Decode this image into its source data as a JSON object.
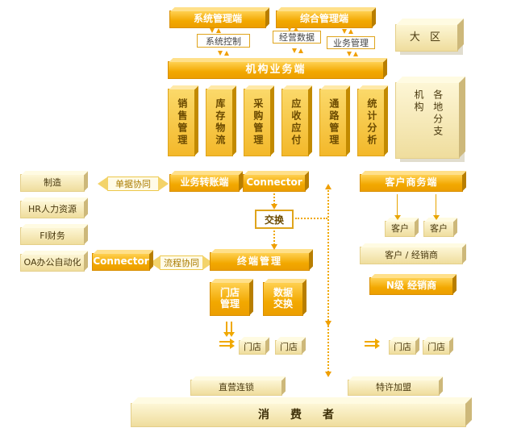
{
  "colors": {
    "gold": "#F2A800",
    "gold_top": "#FFE08A",
    "gold_side": "#B87E00",
    "pale": "#F5E7AE",
    "arrow": "#F0A800",
    "text_dark": "#4A3A10",
    "text_white": "#FFFFFF"
  },
  "top": {
    "system_mgmt": "系统管理端",
    "comprehensive_mgmt": "综合管理端",
    "region": "大 区",
    "system_control": "系统控制",
    "business_data": "经营数据",
    "business_mgmt": "业务管理",
    "org_business": "机构业务端"
  },
  "modules": [
    "销售管理",
    "库存物流",
    "采购管理",
    "应收应付",
    "通路管理",
    "统计分析"
  ],
  "branches": {
    "org": "机构",
    "branch": "各地分支"
  },
  "left_apps": [
    "制造",
    "HR人力资源",
    "FI财务",
    "OA办公自动化"
  ],
  "collab": {
    "doc": "单据协同",
    "process": "流程协同"
  },
  "mid": {
    "transfer": "业务转账端",
    "connector_top": "Connector",
    "exchange": "交换",
    "connector_left": "Connector",
    "terminal": "终端管理",
    "store_mgmt": "门店管理",
    "data_exchange": "数据交换"
  },
  "right": {
    "customer_biz": "客户商务端",
    "customer_a": "客户",
    "customer_b": "客户",
    "customer_dealer": "客户 / 经销商",
    "n_dealer": "N级 经销商"
  },
  "stores": {
    "c1": "门店",
    "c2": "门店",
    "r1": "门店",
    "r2": "门店"
  },
  "bottom": {
    "direct": "直营连锁",
    "franchise": "特许加盟",
    "consumer": "消　费　者"
  }
}
